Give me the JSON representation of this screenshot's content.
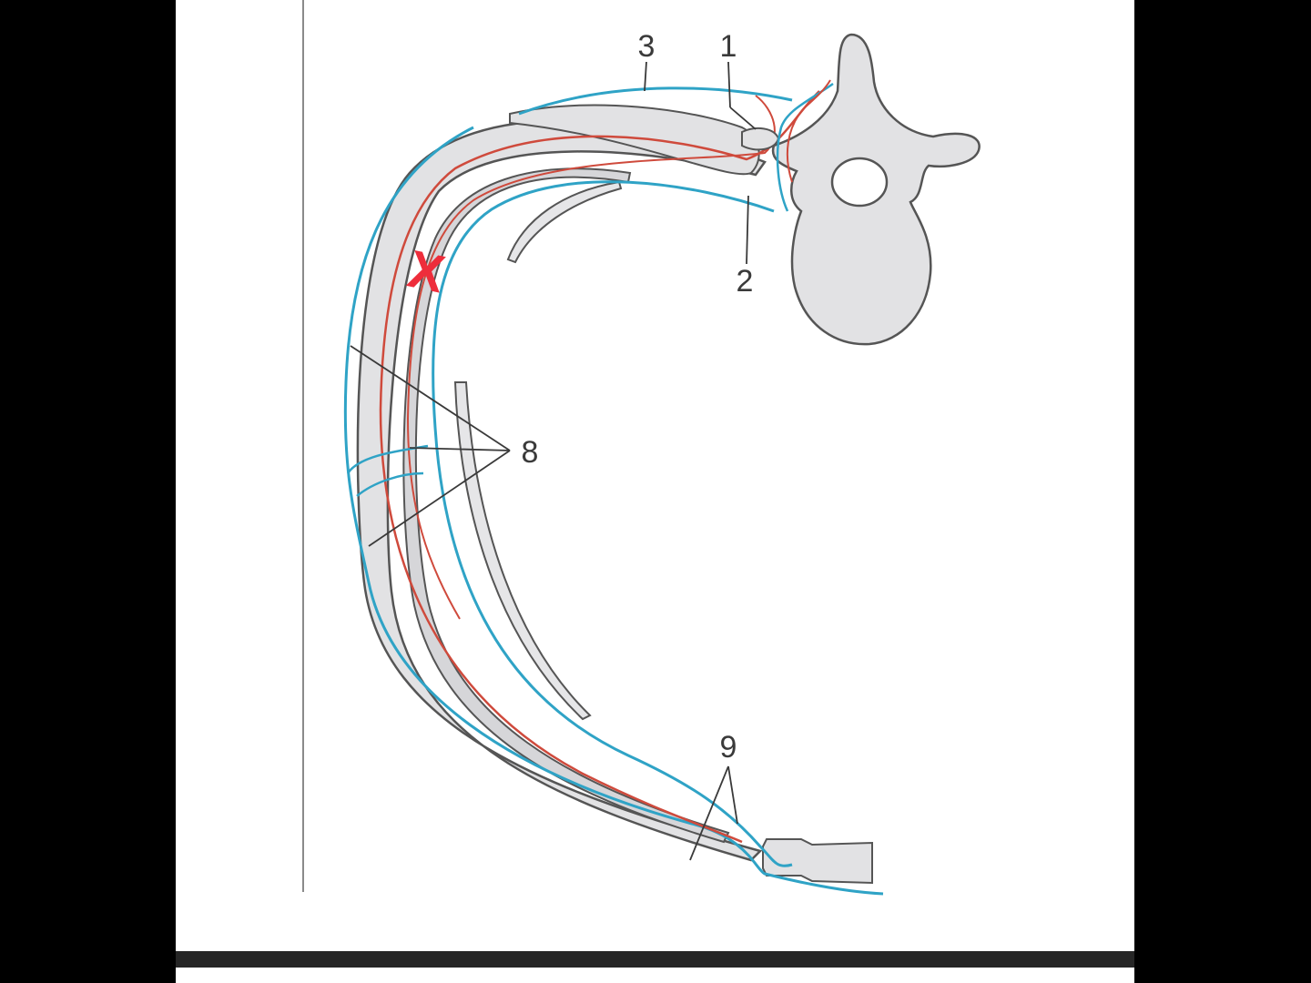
{
  "colors": {
    "page_background": "#ffffff",
    "letterbox": "#000000",
    "bone_fill": "#e2e2e4",
    "bone_outline": "#555555",
    "blue_membrane": "#2fa3c6",
    "red_vessel": "#cf4a3c",
    "pen_mark": "#ee2d3b",
    "leader_line": "#3a3a3a",
    "bottom_bar": "#262626"
  },
  "figure": {
    "callouts": [
      {
        "id": "c1",
        "label": "1"
      },
      {
        "id": "c2",
        "label": "2"
      },
      {
        "id": "c3",
        "label": "3"
      },
      {
        "id": "c8",
        "label": "8"
      },
      {
        "id": "c9",
        "label": "9"
      }
    ],
    "annotation_mark": "X"
  }
}
